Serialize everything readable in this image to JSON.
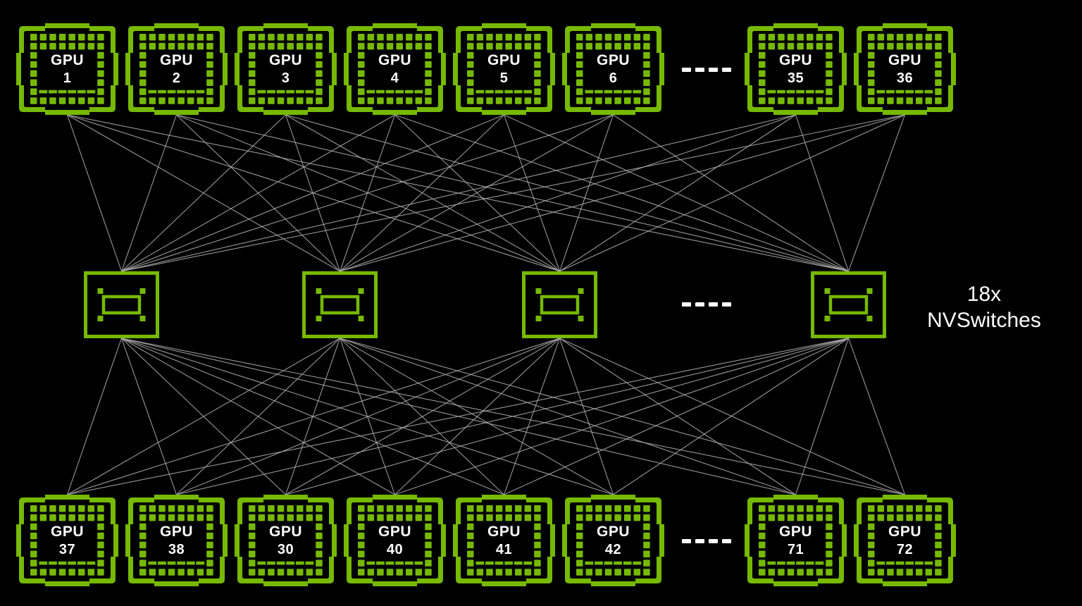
{
  "diagram": {
    "kind": "gpu-nvswitch-topology"
  },
  "gpu_label": "GPU",
  "top_gpu_numbers": [
    "1",
    "2",
    "3",
    "4",
    "5",
    "6",
    "35",
    "36"
  ],
  "bottom_gpu_numbers": [
    "37",
    "38",
    "30",
    "40",
    "41",
    "42",
    "71",
    "72"
  ],
  "nvswitch_visible_count": 4,
  "ellipsis": "----",
  "caption": {
    "line1": "18x",
    "line2": "NVSwitches"
  },
  "colors": {
    "background": "#000000",
    "nvidia_green": "#76B900",
    "link_gray": "#ADADAD",
    "text_white": "#FFFFFF"
  }
}
